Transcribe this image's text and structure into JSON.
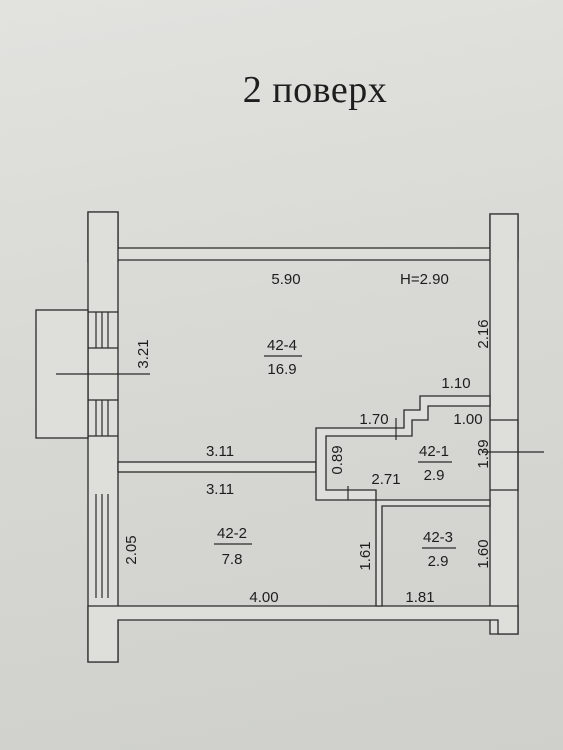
{
  "title": "2 поверх",
  "height_label": "H=2.90",
  "rooms": {
    "r4": {
      "id": "42-4",
      "area": "16.9"
    },
    "r1": {
      "id": "42-1",
      "area": "2.9"
    },
    "r2": {
      "id": "42-2",
      "area": "7.8"
    },
    "r3": {
      "id": "42-3",
      "area": "2.9"
    }
  },
  "dimensions": {
    "top_width": "5.90",
    "left_upper": "3.21",
    "right_upper": "2.16",
    "step_width": "1.10",
    "corridor_width": "1.70",
    "bath_width": "1.00",
    "mid_wall_upper": "3.11",
    "mid_wall_lower": "3.11",
    "corridor_height": "0.89",
    "corridor_lower": "2.71",
    "bath_height": "1.39",
    "left_lower": "2.05",
    "partition_height": "1.61",
    "closet_height": "1.60",
    "bottom_left": "4.00",
    "bottom_right": "1.81"
  }
}
